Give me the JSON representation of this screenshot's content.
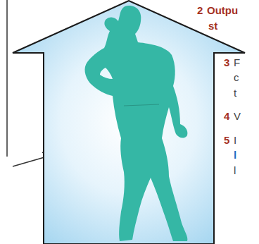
{
  "diagram": {
    "labels": [
      "2",
      "Outpu",
      "st",
      "3",
      "F",
      "c",
      "t",
      "4",
      "V",
      "5",
      "I",
      "l",
      "l"
    ]
  }
}
